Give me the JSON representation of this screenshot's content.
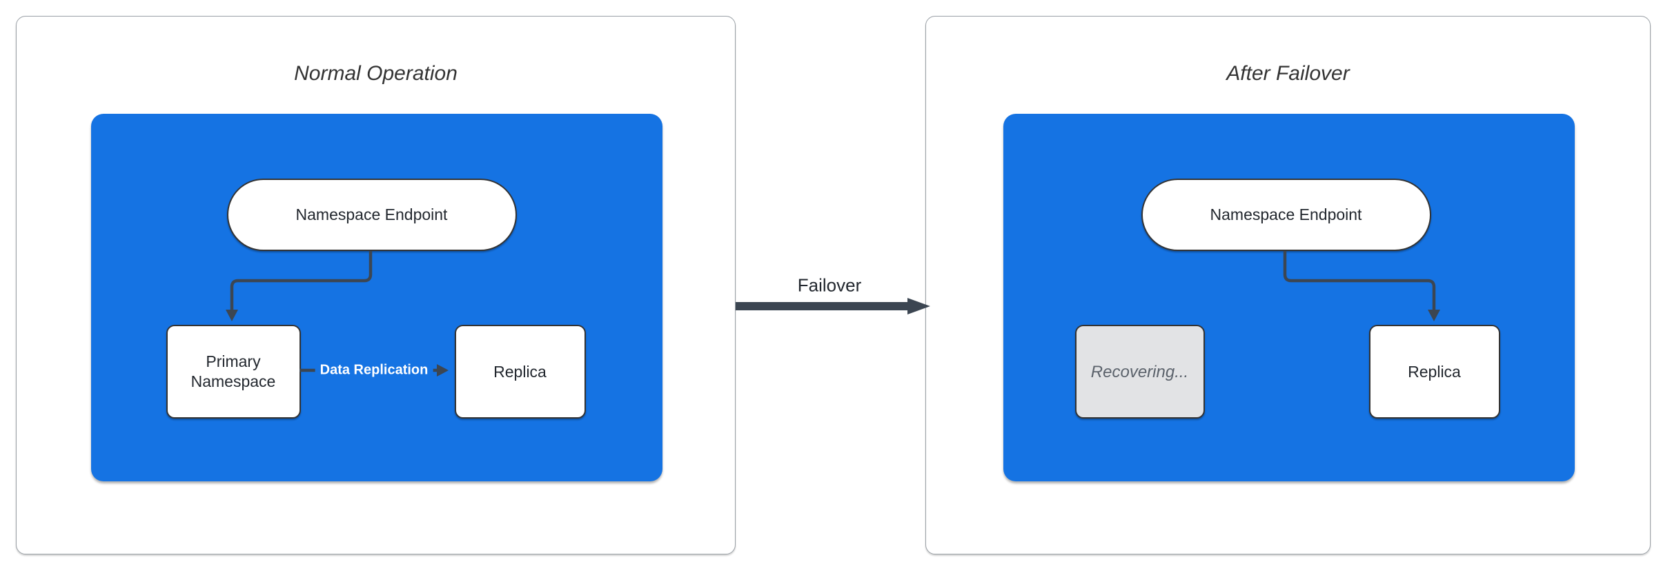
{
  "panels": {
    "normal": {
      "title": "Normal Operation",
      "endpoint_label": "Namespace Endpoint",
      "primary_label": "Primary Namespace",
      "replica_label": "Replica",
      "replication_label": "Data Replication"
    },
    "failover": {
      "title": "After Failover",
      "endpoint_label": "Namespace Endpoint",
      "recovering_label": "Recovering...",
      "replica_label": "Replica"
    }
  },
  "transition": {
    "label": "Failover"
  },
  "colors": {
    "container_blue": "#1573E3",
    "edge_dark": "#3C4652",
    "node_border": "#333333",
    "node_text": "#22272E",
    "panel_border": "#9AA0A6",
    "recovering_fill": "#E2E3E5",
    "recovering_text": "#5B626B",
    "title_text": "#333333",
    "replication_text": "#FFFFFF",
    "page_bg": "#FFFFFF",
    "node_fill": "#FFFFFF"
  }
}
